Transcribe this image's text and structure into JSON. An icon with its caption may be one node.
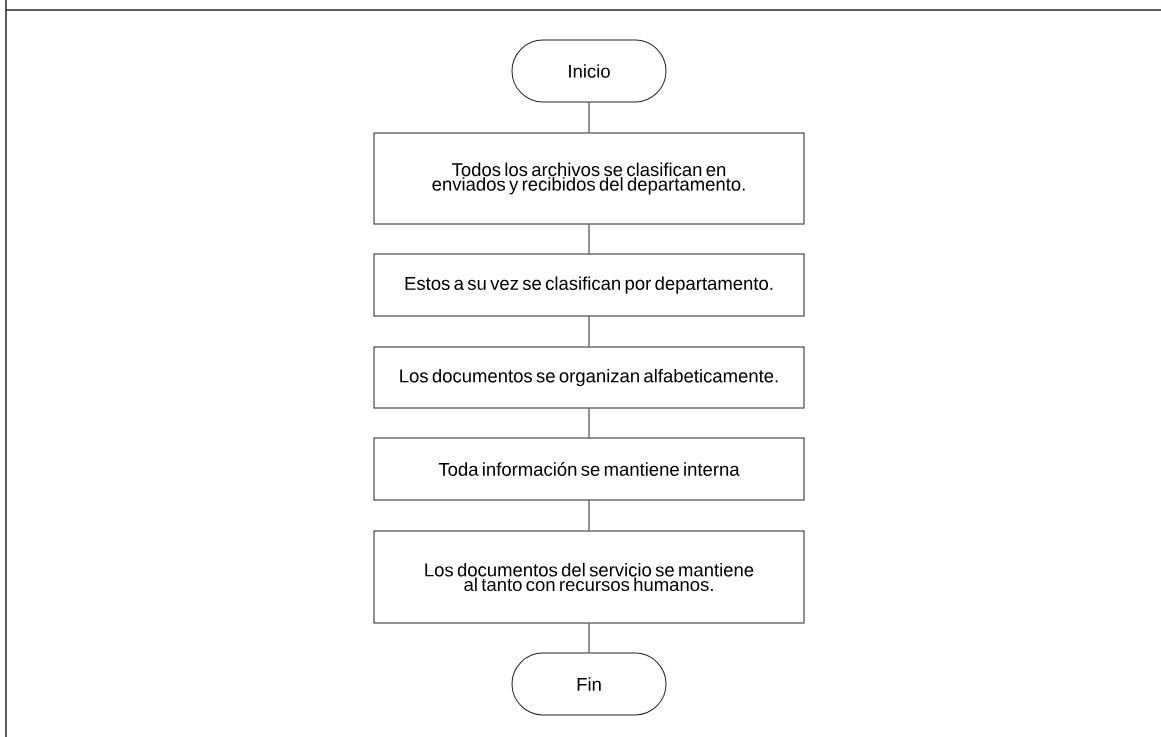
{
  "diagram": {
    "nodes": [
      {
        "text": [
          "Inicio"
        ]
      },
      {
        "text": [
          "Todos los archivos se clasifican en enviados y recibidos del departamento."
        ]
      },
      {
        "text": [
          "Estos a su vez se clasifican por departamento."
        ]
      },
      {
        "text": [
          "Los documentos se organizan alfabeticamente."
        ]
      },
      {
        "text": [
          "Toda información se mantiene interna"
        ]
      },
      {
        "text": [
          "Los documentos del servicio se mantiene al tanto con recursos humanos."
        ]
      },
      {
        "text": [
          "Fin"
        ]
      }
    ],
    "edges": [
      {
        "from": 0,
        "to": 1,
        "arrow": "none"
      },
      {
        "from": 1,
        "to": 2,
        "arrow": "none"
      },
      {
        "from": 2,
        "to": 3,
        "arrow": "none"
      },
      {
        "from": 3,
        "to": 4,
        "arrow": "none"
      },
      {
        "from": 4,
        "to": 5,
        "arrow": "none"
      },
      {
        "from": 5,
        "to": 6,
        "arrow": "none"
      }
    ]
  }
}
